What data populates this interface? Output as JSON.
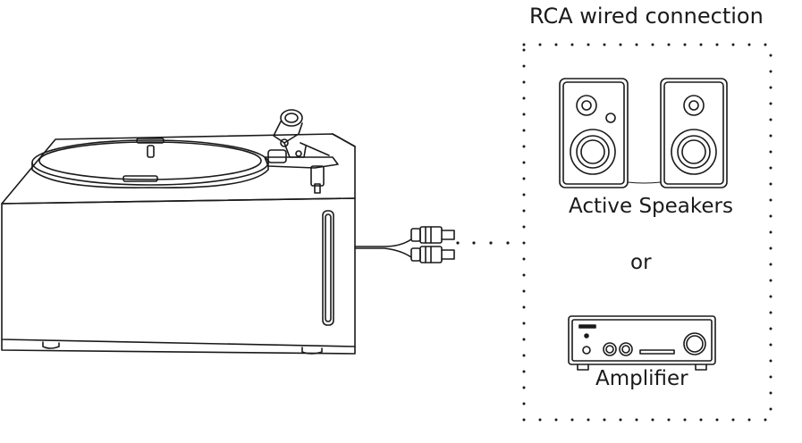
{
  "diagram": {
    "title": "RCA wired connection",
    "speakers_label": "Active Speakers",
    "or_label": "or",
    "amplifier_label": "Amplifier"
  },
  "colors": {
    "line": "#1a1a1a",
    "background": "#ffffff"
  }
}
